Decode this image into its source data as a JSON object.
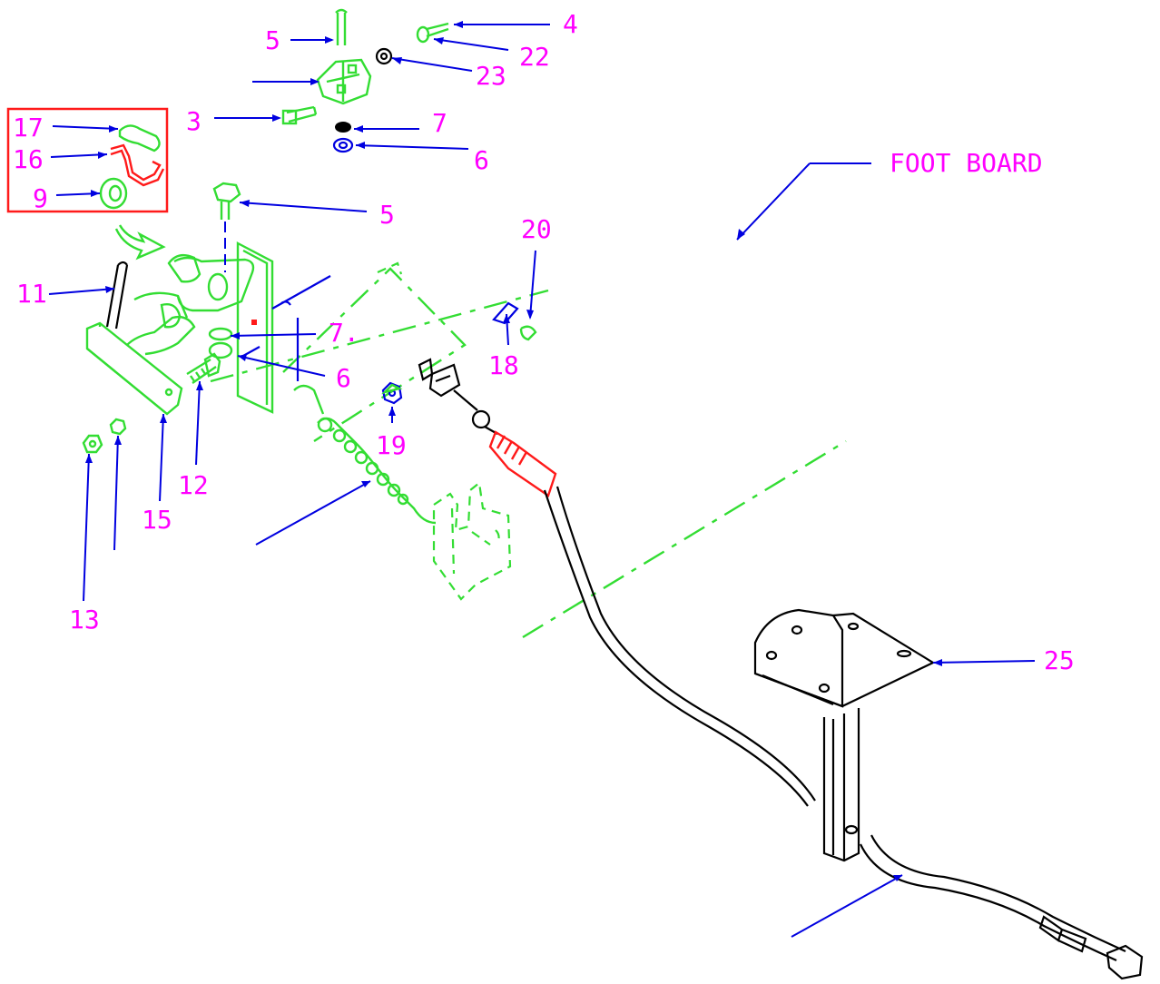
{
  "colors": {
    "part_number": "#ff00ff",
    "leader": "#0000e0",
    "component_green": "#33dd33",
    "highlight_red": "#ff1a1a",
    "callout_box": "#ff1a1a",
    "outline_black": "#000000"
  },
  "callout_label": "FOOT BOARD",
  "parts": [
    {
      "key": "p4",
      "number": "4"
    },
    {
      "key": "p5_top",
      "number": "5"
    },
    {
      "key": "p22",
      "number": "22"
    },
    {
      "key": "p23",
      "number": "23"
    },
    {
      "key": "p3",
      "number": "3"
    },
    {
      "key": "p7_top",
      "number": "7"
    },
    {
      "key": "p6_top",
      "number": "6"
    },
    {
      "key": "p17",
      "number": "17"
    },
    {
      "key": "p16",
      "number": "16"
    },
    {
      "key": "p9",
      "number": "9"
    },
    {
      "key": "p5_mid",
      "number": "5"
    },
    {
      "key": "p20",
      "number": "20"
    },
    {
      "key": "p11",
      "number": "11"
    },
    {
      "key": "p7_mid",
      "number": "7."
    },
    {
      "key": "p18",
      "number": "18"
    },
    {
      "key": "p6_mid",
      "number": "6"
    },
    {
      "key": "p19",
      "number": "19"
    },
    {
      "key": "p12",
      "number": "12"
    },
    {
      "key": "p15",
      "number": "15"
    },
    {
      "key": "p13",
      "number": "13"
    },
    {
      "key": "p25",
      "number": "25"
    }
  ]
}
